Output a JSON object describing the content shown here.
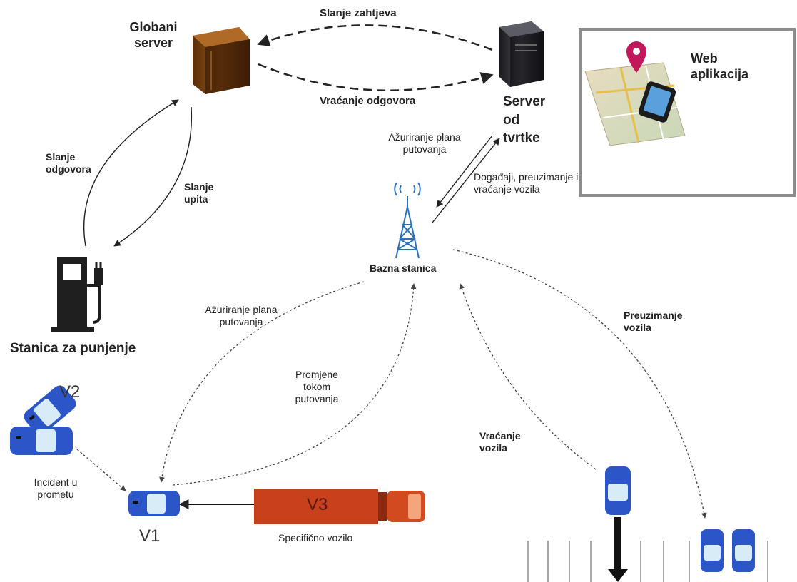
{
  "nodes": {
    "global_server": "Globani server",
    "company_server": "Server od tvrtke",
    "web_app": "Web aplikacija",
    "base_station": "Bazna stanica",
    "charging_station": "Stanica za punjenje",
    "vehicle_v1": "V1",
    "vehicle_v2": "V2",
    "vehicle_v3": "V3",
    "specific_vehicle": "Specifično vozilo"
  },
  "edges": {
    "send_request": "Slanje zahtjeva",
    "return_response": "Vraćanje odgovora",
    "send_response": "Slanje odgovora",
    "send_query": "Slanje upita",
    "update_plan_top": "Ažuriranje plana putovanja",
    "events": "Događaji, preuzimanje i vraćanje vozila",
    "update_plan_left": "Ažuriranje plana putovanja",
    "changes": "Promjene tokom putovanja",
    "pickup": "Preuzimanje vozila",
    "vehicle_return": "Vraćanje vozila",
    "incident": "Incident u prometu"
  },
  "colors": {
    "vehicle_blue": "#2c56c8",
    "truck_red": "#c9401c",
    "pin_magenta": "#c2185b",
    "tower_blue": "#2a72c0",
    "server_brown": "#8a4a12",
    "server_dark": "#2a2a30",
    "frame_gray": "#8c8c8c"
  },
  "icons": {
    "global_server": "server-tower-icon",
    "company_server": "server-tower-icon",
    "base_station": "radio-tower-icon",
    "charging_station": "fuel-pump-icon",
    "web_app": "map-phone-icon",
    "vehicles": "car-icon",
    "truck": "truck-icon"
  }
}
